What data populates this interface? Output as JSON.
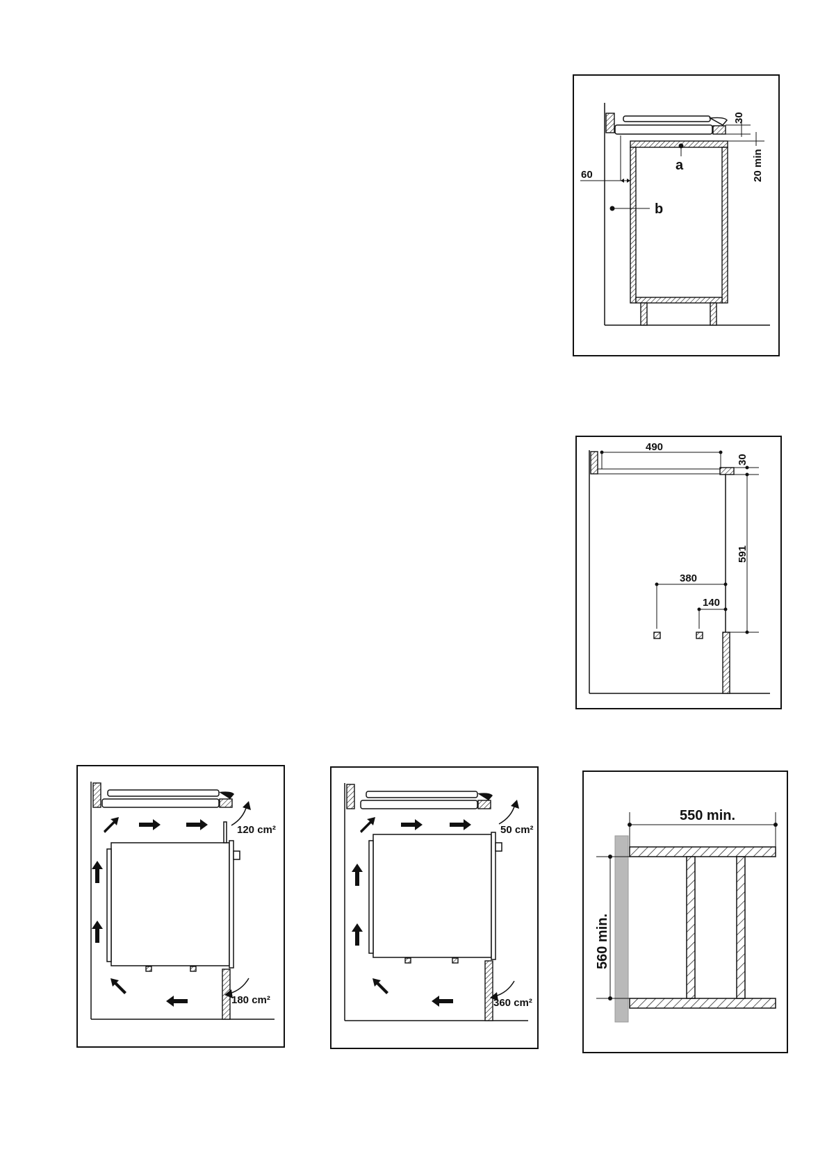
{
  "fig1": {
    "dim_top_gap": "30",
    "dim_side": "60",
    "dim_min_gap": "20 min",
    "label_a": "a",
    "label_b": "b"
  },
  "fig2": {
    "dim_width": "490",
    "dim_top": "30",
    "dim_height": "591",
    "dim_offset_1": "380",
    "dim_offset_2": "140"
  },
  "fig3": {
    "vent_top": "120 cm²",
    "vent_bottom": "180 cm²"
  },
  "fig4": {
    "vent_top": "50 cm²",
    "vent_bottom": "360 cm²"
  },
  "fig5": {
    "dim_width": "550 min.",
    "dim_height": "560 min."
  }
}
